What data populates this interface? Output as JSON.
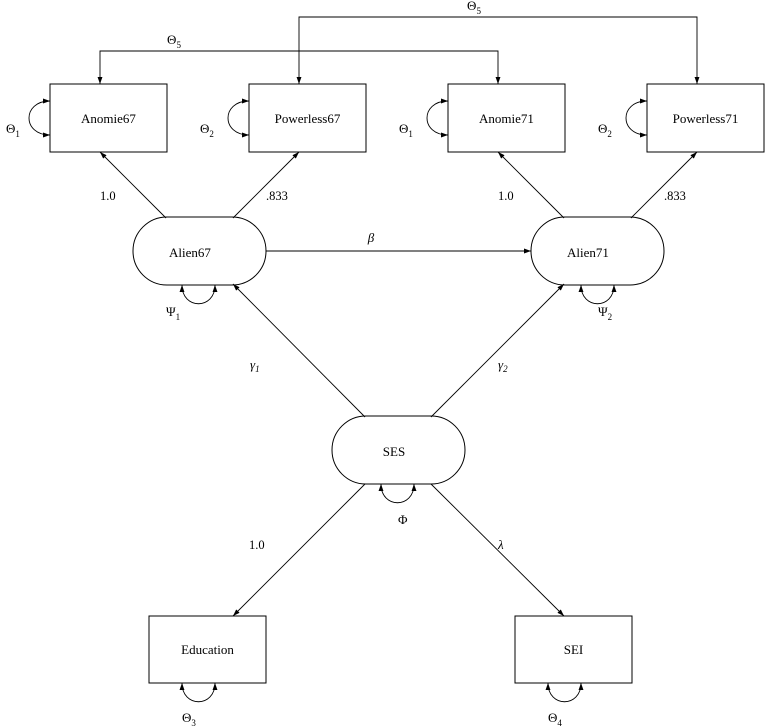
{
  "nodes": {
    "anomie67": "Anomie67",
    "powerless67": "Powerless67",
    "anomie71": "Anomie71",
    "powerless71": "Powerless71",
    "alien67": "Alien67",
    "alien71": "Alien71",
    "ses": "SES",
    "education": "Education",
    "sei": "SEI"
  },
  "loadings": {
    "alien67_anomie67": "1.0",
    "alien67_powerless67": ".833",
    "alien71_anomie71": "1.0",
    "alien71_powerless71": ".833",
    "ses_education": "1.0",
    "ses_sei": "λ"
  },
  "paths": {
    "beta": "β",
    "gamma1": {
      "symbol": "γ",
      "sub": "1"
    },
    "gamma2": {
      "symbol": "γ",
      "sub": "2"
    }
  },
  "variances": {
    "theta_anomie67": {
      "symbol": "Θ",
      "sub": "1"
    },
    "theta_powerless67": {
      "symbol": "Θ",
      "sub": "2"
    },
    "theta_anomie71": {
      "symbol": "Θ",
      "sub": "1"
    },
    "theta_powerless71": {
      "symbol": "Θ",
      "sub": "2"
    },
    "theta_education": {
      "symbol": "Θ",
      "sub": "3"
    },
    "theta_sei": {
      "symbol": "Θ",
      "sub": "4"
    },
    "psi1": {
      "symbol": "Ψ",
      "sub": "1"
    },
    "psi2": {
      "symbol": "Ψ",
      "sub": "2"
    },
    "phi": "Φ"
  },
  "covariances": {
    "theta5_anomie": {
      "symbol": "Θ",
      "sub": "5"
    },
    "theta5_powerless": {
      "symbol": "Θ",
      "sub": "5"
    }
  }
}
